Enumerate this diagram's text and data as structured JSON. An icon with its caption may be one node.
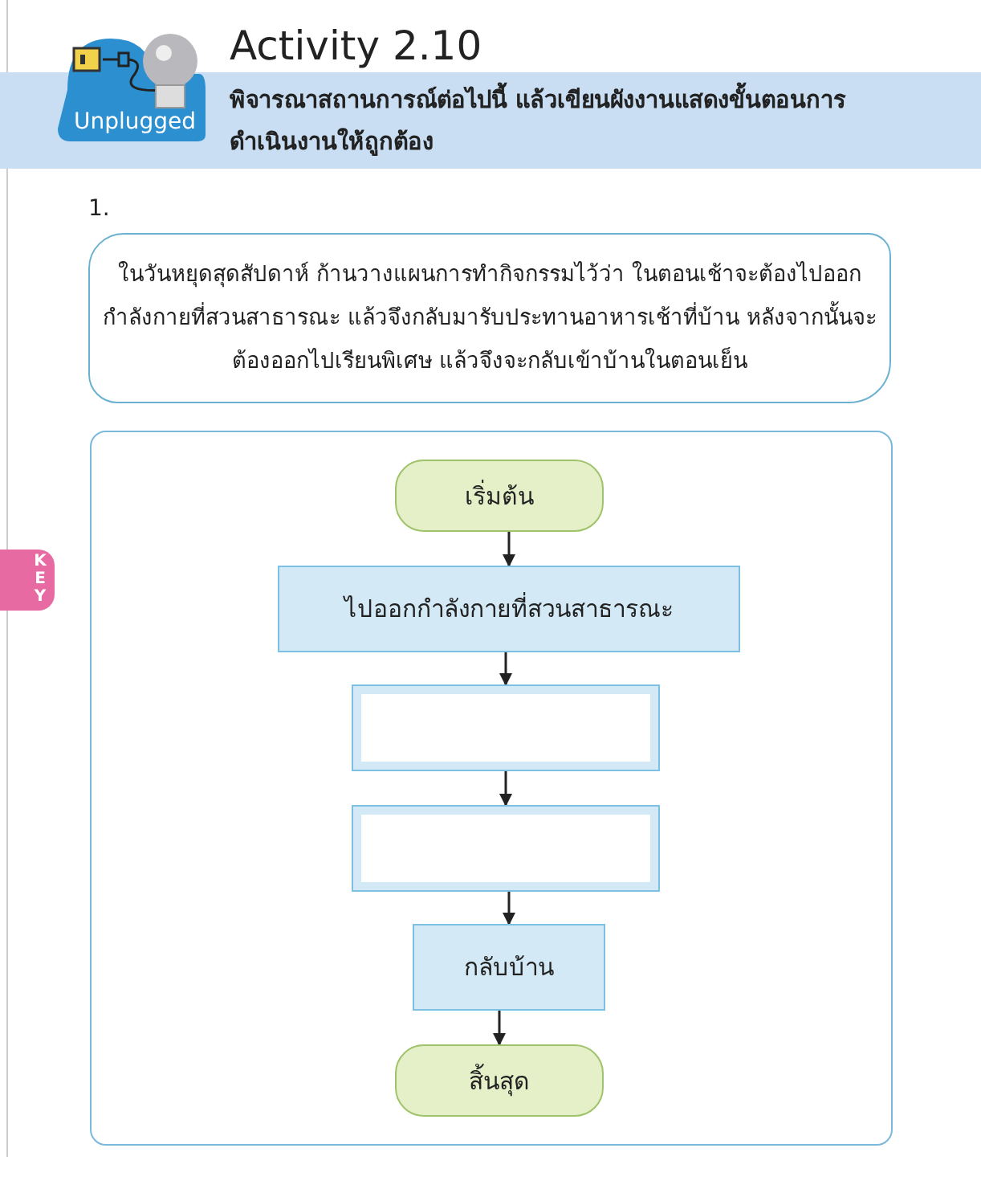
{
  "diagram": {
    "title": "Activity 2.10",
    "nodes": [
      {
        "text": [
          "ในวันหยุดสุดสัปดาห์ ก้านวางแผนการทำกิจกรรมไว้ว่า ในตอนเช้าจะต้องไปออกกำลังกายที่สวนสาธารณะ แล้วจึงกลับมารับประทานอาหารเช้าที่บ้าน หลังจากนั้นจะต้องออกไปเรียนพิเศษ แล้วจึงจะกลับเข้าบ้านในตอนเย็น"
        ]
      },
      {
        "text": [],
        "shape": "box"
      },
      {
        "text": [
          "เริ่มต้น"
        ],
        "in": 1
      },
      {
        "text": [
          "ไปออกกำลังกายที่สวนสาธารณะ"
        ],
        "in": 1
      },
      {
        "text": [],
        "shape": "box",
        "in": 1
      },
      {
        "text": [],
        "shape": "box",
        "in": 1
      },
      {
        "text": [
          "กลับบ้าน"
        ],
        "in": 1
      },
      {
        "text": [
          "สิ้นสุด"
        ],
        "in": 1
      }
    ],
    "edges": [
      {
        "from": 2,
        "to": 3,
        "arrow": "to"
      },
      {
        "from": 3,
        "to": 4,
        "arrow": "to"
      },
      {
        "from": 4,
        "to": 5,
        "arrow": "to"
      },
      {
        "from": 5,
        "to": 6,
        "arrow": "to"
      },
      {
        "from": 6,
        "to": 7,
        "arrow": "to"
      }
    ],
    "labels": [
      "Unplugged",
      "พิจารณาสถานการณ์ต่อไปนี้ แล้วเขียนผังงานแสดงขั้นตอนการดำเนินงานให้ถูกต้อง",
      "1.",
      "KEY"
    ]
  }
}
